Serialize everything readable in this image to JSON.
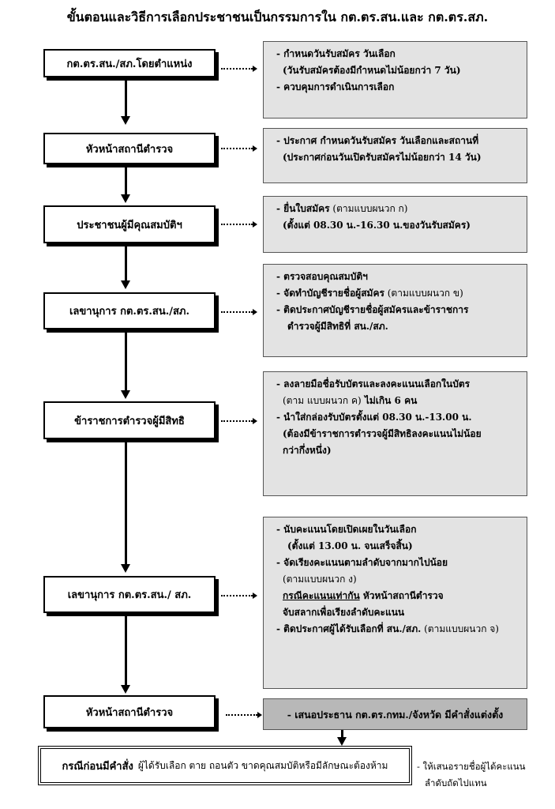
{
  "title": "ขั้นตอนและวิธีการเลือกประชาชนเป็นกรรมการใน กต.ตร.สน.และ กต.ตร.สภ.",
  "steps": [
    {
      "label": "กต.ตร.สน./สภ.โดยตำแหน่ง"
    },
    {
      "label": "หัวหน้าสถานีตำรวจ"
    },
    {
      "label": "ประชาชนผู้มีคุณสมบัติฯ"
    },
    {
      "label": "เลขานุการ กต.ตร.สน./สภ."
    },
    {
      "label": "ข้าราชการตำรวจผู้มีสิทธิ"
    },
    {
      "label": "เลขานุการ กต.ตร.สน./ สภ."
    },
    {
      "label": "หัวหน้าสถานีตำรวจ"
    }
  ],
  "notes": [
    {
      "lines": [
        {
          "a": "- กำหนดวันรับสมัคร วันเลือก",
          "b": ""
        },
        {
          "a": "(วันรับสมัครต้องมีกำหนดไม่น้อยกว่า 7 วัน)",
          "b": ""
        },
        {
          "a": "- ควบคุมการดำเนินการเลือก",
          "b": ""
        }
      ]
    },
    {
      "lines": [
        {
          "a": "- ประกาศ กำหนดวันรับสมัคร วันเลือกและสถานที่",
          "b": ""
        },
        {
          "a": "(ประกาศก่อนวันเปิดรับสมัครไม่น้อยกว่า 14 วัน)",
          "b": ""
        }
      ]
    },
    {
      "lines": [
        {
          "a": "- ยื่นใบสมัคร",
          "b": " (ตามแบบผนวก ก)"
        },
        {
          "a": "(ตั้งแต่ 08.30 น.-16.30 น.ของวันรับสมัคร)",
          "b": ""
        }
      ]
    },
    {
      "lines": [
        {
          "a": "- ตรวจสอบคุณสมบัติฯ",
          "b": ""
        },
        {
          "a": "- จัดทำบัญชีรายชื่อผู้สมัคร",
          "b": " (ตามแบบผนวก ข)"
        },
        {
          "a": "- ติดประกาศบัญชีรายชื่อผู้สมัครและข้าราชการ",
          "b": ""
        },
        {
          "a": "ตำรวจผู้มีสิทธิที่ สน./สภ.",
          "b": ""
        }
      ]
    },
    {
      "lines": [
        {
          "a": "- ลงลายมือชื่อรับบัตรและลงคะแนนเลือกในบัตร",
          "b": ""
        },
        {
          "a": "(ตาม แบบผนวก ค)",
          "b": " ไม่เกิน 6 คน"
        },
        {
          "a": "- นำใส่กล่องรับบัตรตั้งแต่ 08.30 น.-13.00 น.",
          "b": ""
        },
        {
          "a": "(ต้องมีข้าราชการตำรวจผู้มีสิทธิลงคะแนนไม่น้อย",
          "b": ""
        },
        {
          "a": "กว่ากึ่งหนึ่ง)",
          "b": ""
        }
      ]
    },
    {
      "lines": [
        {
          "a": "- นับคะแนนโดยเปิดเผยในวันเลือก",
          "b": ""
        },
        {
          "a": "(ตั้งแต่ 13.00 น. จนเสร็จสิ้น)",
          "b": ""
        },
        {
          "a": "- จัดเรียงคะแนนตามลำดับจากมากไปน้อย",
          "b": ""
        },
        {
          "a": "(ตามแบบผนวก ง)",
          "b": ""
        },
        {
          "a": "กรณีคะแนนเท่ากัน",
          "b": "   หัวหน้าสถานีตำรวจ"
        },
        {
          "a": "จับสลากเพื่อเรียงลำดับคะแนน",
          "b": ""
        },
        {
          "a": "- ติดประกาศผู้ได้รับเลือกที่ สน./สภ.",
          "b": " (ตามแบบผนวก จ)"
        }
      ]
    },
    {
      "lines": [
        {
          "a": "- เสนอประธาน กต.ตร.กทม./จังหวัด มีคำสั่งแต่งตั้ง",
          "b": ""
        }
      ]
    }
  ],
  "final_box": {
    "bold": "กรณีก่อนมีคำสั่ง",
    "text": "ผู้ได้รับเลือก ตาย ถอนตัว ขาดคุณสมบัติหรือมีลักษณะต้องห้าม"
  },
  "side_note": {
    "line1": "- ให้เสนอรายชื่อผู้ได้คะแนน",
    "line2": "ลำดับถัดไปแทน"
  }
}
